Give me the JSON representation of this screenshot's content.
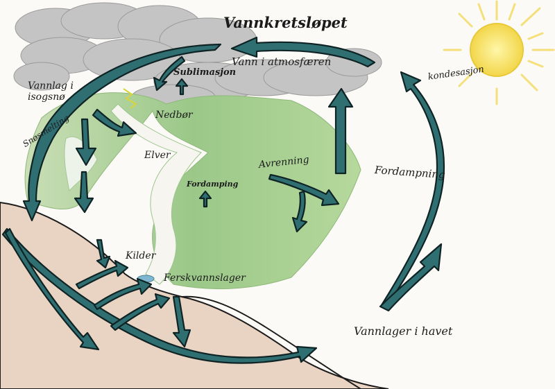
{
  "title": "Vannkretsløpet",
  "labels": {
    "atmosphere": "Vann i atmosfæren",
    "condensation": "kondesasjon",
    "sublimation": "Sublimasjon",
    "water_in_ice": "Vannlag i isogsnø",
    "precipitation": "Nedbør",
    "snowmelt": "Snøsmelting",
    "rivers": "Elver",
    "runoff": "Avrenning",
    "evaporation_large": "Fordampning",
    "evaporation_small": "Fordamping",
    "springs": "Kilder",
    "freshwater_storage": "Ferskvannslager",
    "ocean_storage": "Vannlager i havet"
  },
  "colors": {
    "arrow_fill": "#2f6f72",
    "arrow_outline": "#0f2324",
    "cloud": "#b7b7b7",
    "sun": "#f7e36a",
    "grass": "#9bc889",
    "soil": "#e7cfbd",
    "ink": "#1b1b1b"
  }
}
